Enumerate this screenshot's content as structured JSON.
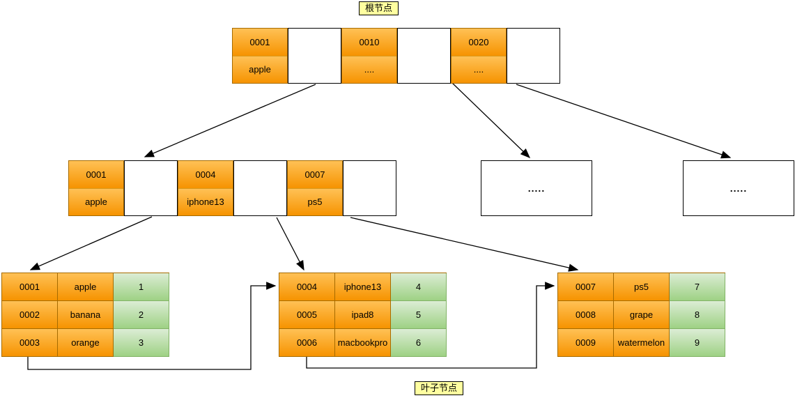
{
  "labels": {
    "root_node": "根节点",
    "leaf_node": "叶子节点"
  },
  "root_node": {
    "entries": [
      {
        "key": "0001",
        "value": "apple"
      },
      {
        "key": "0010",
        "value": "...."
      },
      {
        "key": "0020",
        "value": "...."
      }
    ]
  },
  "internal_node": {
    "entries": [
      {
        "key": "0001",
        "value": "apple"
      },
      {
        "key": "0004",
        "value": "iphone13"
      },
      {
        "key": "0007",
        "value": "ps5"
      }
    ]
  },
  "collapsed_nodes": [
    ".....",
    "....."
  ],
  "leaf_nodes": [
    {
      "rows": [
        [
          "0001",
          "apple",
          "1"
        ],
        [
          "0002",
          "banana",
          "2"
        ],
        [
          "0003",
          "orange",
          "3"
        ]
      ]
    },
    {
      "rows": [
        [
          "0004",
          "iphone13",
          "4"
        ],
        [
          "0005",
          "ipad8",
          "5"
        ],
        [
          "0006",
          "macbookpro",
          "6"
        ]
      ]
    },
    {
      "rows": [
        [
          "0007",
          "ps5",
          "7"
        ],
        [
          "0008",
          "grape",
          "8"
        ],
        [
          "0009",
          "watermelon",
          "9"
        ]
      ]
    }
  ],
  "colors": {
    "cell_orange_top": "#ffc155",
    "cell_orange_bottom": "#f69300",
    "cell_green_top": "#dcedd5",
    "cell_green_bottom": "#9ed184",
    "label_bg": "#ffffa0",
    "border_orange": "#a66b00",
    "border_green": "#82b366",
    "pointer_box_border": "#000000",
    "arrow": "#000000"
  }
}
